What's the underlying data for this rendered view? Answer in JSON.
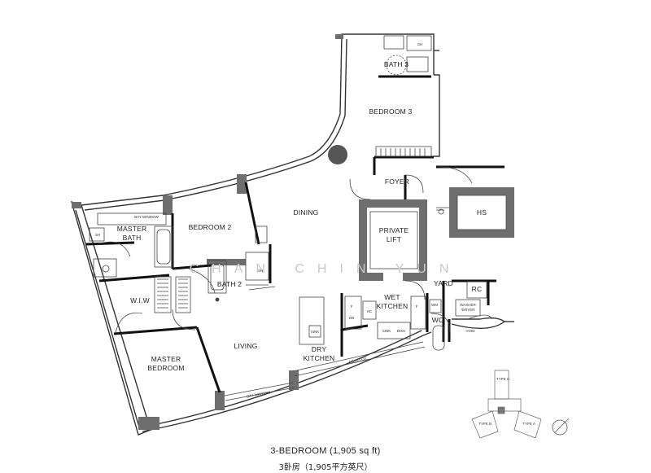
{
  "rooms": {
    "bath3": "BATH 3",
    "sh_top": "SH",
    "bedroom3": "BEDROOM 3",
    "foyer": "FOYER",
    "hs": "HS",
    "private_lift_1": "PRIVATE",
    "private_lift_2": "LIFT",
    "dining": "DINING",
    "bedroom2": "BEDROOM 2",
    "bay_window_top": "BAY WINDOW",
    "master_bath_1": "MASTER",
    "master_bath_2": "BATH",
    "sh_master": "SH",
    "sh_bath2": "SH",
    "bath2": "BATH 2",
    "wiw": "W.I.W",
    "wet_kitchen_1": "WET",
    "wet_kitchen_2": "KITCHEN",
    "yard": "YARD",
    "rc": "RC",
    "washer_dryer_1": "WASHER",
    "washer_dryer_2": "/DRYER",
    "wc": "WC",
    "void": "VOID",
    "living": "LIVING",
    "dry_kitchen_1": "DRY",
    "dry_kitchen_2": "KITCHEN",
    "sink_dry": "SINK",
    "sink_wet": "SINK",
    "dish": "DISH",
    "ac_ledge": "AC LEDGE",
    "bay_window_bottom": "BAY WINDOW",
    "master_bedroom_1": "MASTER",
    "master_bedroom_2": "BEDROOM",
    "f1": "F",
    "f2": "F",
    "db": "DB",
    "hc": "HC",
    "wm": "WM"
  },
  "watermark": "CHAN CHIN YUN",
  "caption": {
    "line1": "3-BEDROOM (1,905 sq ft)",
    "line2": "3卧房（1,905平方英尺）"
  },
  "key_plan": {
    "labels": [
      "TYPE C",
      "TYPE B",
      "TYPE A"
    ]
  },
  "colors": {
    "wall": "#6e6e6e",
    "wall_dark": "#111111",
    "line": "#333333"
  }
}
